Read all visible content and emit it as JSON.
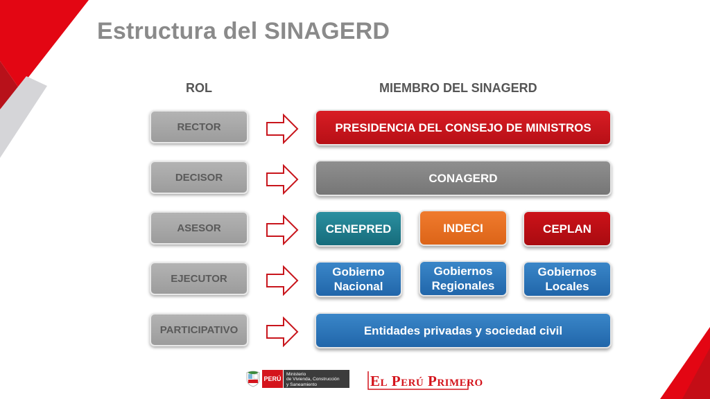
{
  "title": "Estructura del SINAGERD",
  "headers": {
    "role": "ROL",
    "member": "MIEMBRO DEL SINAGERD"
  },
  "roles": [
    "RECTOR",
    "DECISOR",
    "ASESOR",
    "EJECUTOR",
    "PARTICIPATIVO"
  ],
  "members": {
    "rector": "PRESIDENCIA DEL CONSEJO DE MINISTROS",
    "decisor": "CONAGERD",
    "asesor": [
      "CENEPRED",
      "INDECI",
      "CEPLAN"
    ],
    "ejecutor": [
      [
        "Gobierno",
        "Nacional"
      ],
      [
        "Gobiernos",
        "Regionales"
      ],
      [
        "Gobiernos",
        "Locales"
      ]
    ],
    "participativo": "Entidades privadas y sociedad civil"
  },
  "footer": {
    "country": "PERÚ",
    "ministry_lines": [
      "Ministerio",
      "de Vivienda, Construcción",
      "y Saneamiento"
    ],
    "slogan": "El Perú Primero"
  },
  "colors": {
    "accent_red": "#d81d24",
    "grey_box": "#9c9c9c",
    "teal": "#1e7c8c",
    "orange": "#e66e22",
    "blue": "#2a74b8"
  }
}
